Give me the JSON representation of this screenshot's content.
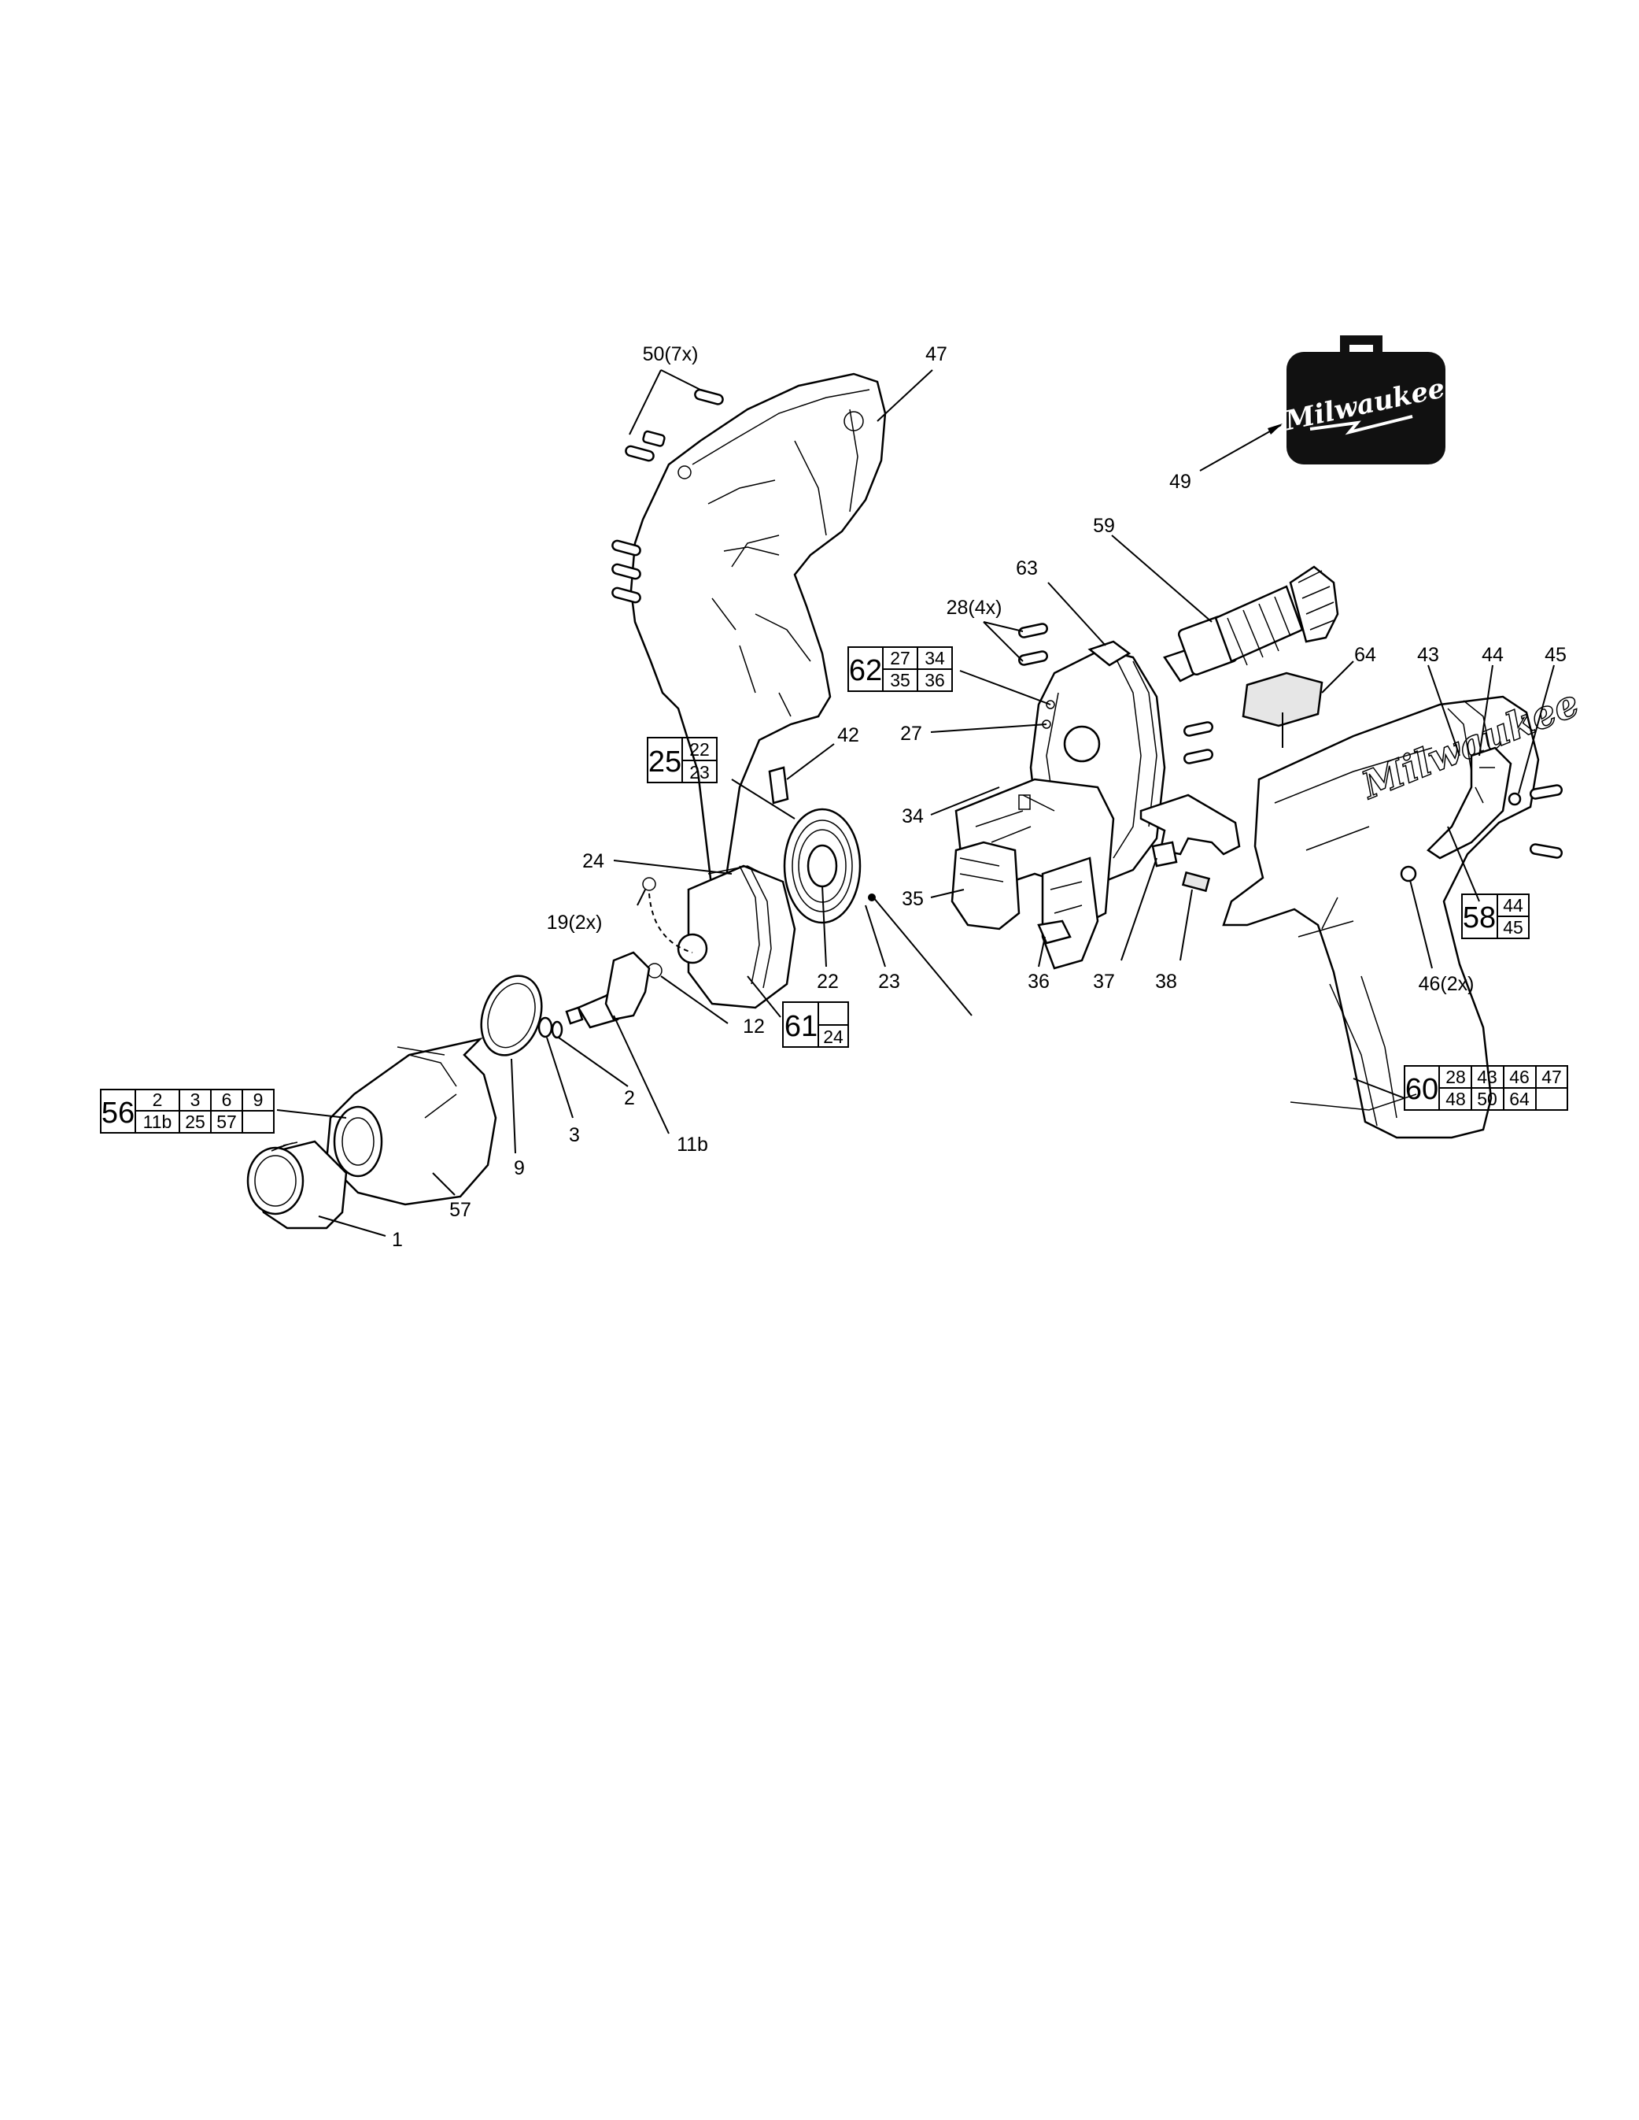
{
  "labels": {
    "l1": "1",
    "l2": "2",
    "l3": "3",
    "l9": "9",
    "l11b": "11b",
    "l12": "12",
    "l19": "19(2x)",
    "l22": "22",
    "l23": "23",
    "l24": "24",
    "l27": "27",
    "l28": "28(4x)",
    "l34": "34",
    "l35": "35",
    "l36": "36",
    "l37": "37",
    "l38": "38",
    "l42": "42",
    "l43": "43",
    "l44": "44",
    "l45": "45",
    "l46": "46(2x)",
    "l47": "47",
    "l49": "49",
    "l50": "50(7x)",
    "l57": "57",
    "l59": "59",
    "l63": "63",
    "l64": "64"
  },
  "kits": {
    "k25": {
      "main": "25",
      "cells": [
        "22",
        "23"
      ]
    },
    "k56": {
      "main": "56",
      "cells": [
        "2",
        "3",
        "6",
        "9",
        "11b",
        "25",
        "57",
        ""
      ]
    },
    "k58": {
      "main": "58",
      "cells": [
        "44",
        "45"
      ]
    },
    "k60": {
      "main": "60",
      "cells": [
        "28",
        "43",
        "46",
        "47",
        "48",
        "50",
        "64",
        ""
      ]
    },
    "k61": {
      "main": "61",
      "cells": [
        "",
        "24"
      ]
    },
    "k62": {
      "main": "62",
      "cells": [
        "27",
        "34",
        "35",
        "36"
      ]
    }
  },
  "brand": {
    "logo_text": "Milwaukee",
    "housing_text": "Milwaukee"
  },
  "colors": {
    "ink": "#000000",
    "case": "#111111"
  }
}
